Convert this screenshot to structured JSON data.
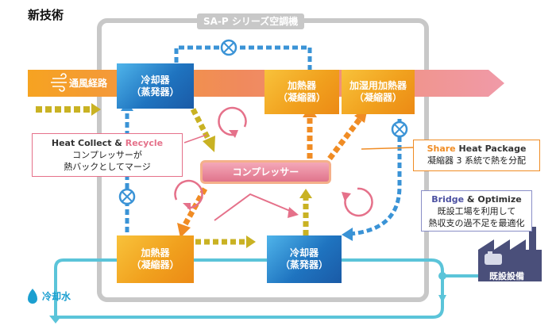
{
  "header": {
    "title": "新技術"
  },
  "frame": {
    "label": "SA-P シリーズ空調機"
  },
  "airflow": {
    "label": "通風経路"
  },
  "units": {
    "top_cooler": {
      "name": "冷却器",
      "sub": "（蒸発器）"
    },
    "top_heater": {
      "name": "加熱器",
      "sub": "（凝縮器）"
    },
    "top_humid_heater": {
      "name": "加湿用加熱器",
      "sub": "（凝縮器）"
    },
    "compressor": {
      "name": "コンプレッサー"
    },
    "bottom_heater": {
      "name": "加熱器",
      "sub": "（凝縮器）"
    },
    "bottom_cooler": {
      "name": "冷却器",
      "sub": "（蒸発器）"
    }
  },
  "callouts": {
    "heat_collect": {
      "title_a": "Heat Collect",
      "title_and": " & ",
      "title_b": "Recycle",
      "line1": "コンプレッサーが",
      "line2": "熱バックとしてマージ"
    },
    "share_heat": {
      "title_a": "Share",
      "title_b": " Heat Package",
      "line1": "凝縮器 3 系統で熱を分配"
    },
    "bridge": {
      "title_a": "Bridge",
      "title_and": " & ",
      "title_b": "Optimize",
      "line1": "既設工場を利用して",
      "line2": "熱収支の過不足を最適化"
    }
  },
  "cooling_water": {
    "label": "冷却水"
  },
  "existing_facility": {
    "label": "既設設備"
  },
  "colors": {
    "blue": "#1f74c0",
    "orange": "#f1a11e",
    "pink": "#e5718a",
    "cyan": "#5bc4d9",
    "olive": "#c9b223",
    "frame": "#c8c8c8"
  }
}
